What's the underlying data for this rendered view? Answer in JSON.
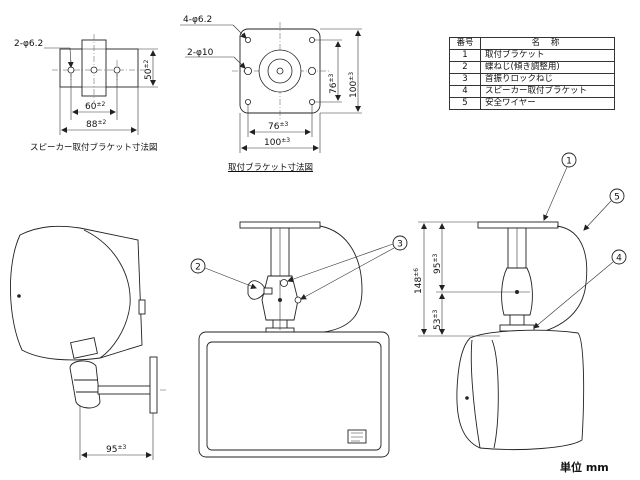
{
  "parts_table": {
    "header": {
      "no": "番号",
      "name": "名 称"
    },
    "rows": [
      {
        "no": "1",
        "name": "取付ブラケット"
      },
      {
        "no": "2",
        "name": "蝶ねじ(傾き調整用)"
      },
      {
        "no": "3",
        "name": "首振りロックねじ"
      },
      {
        "no": "4",
        "name": "スピーカー取付ブラケット"
      },
      {
        "no": "5",
        "name": "安全ワイヤー"
      }
    ]
  },
  "speaker_bracket": {
    "caption": "スピーカー取付ブラケット寸法図",
    "hole_label": "2-φ6.2",
    "dims": {
      "height": "50",
      "height_tol": "±2",
      "pitch": "60",
      "pitch_tol": "±2",
      "width": "88",
      "width_tol": "±2"
    }
  },
  "mount_bracket": {
    "caption": "取付ブラケット寸法図",
    "hole_label_corner": "4-φ6.2",
    "hole_label_side": "2-φ10",
    "dims": {
      "pitch_v": "76",
      "pitch_v_tol": "±3",
      "outer_v": "100",
      "outer_v_tol": "±3",
      "pitch_h": "76",
      "pitch_h_tol": "±3",
      "outer_h": "100",
      "outer_h_tol": "±3"
    }
  },
  "side_view": {
    "dims": {
      "depth": "95",
      "depth_tol": "±3"
    }
  },
  "front_view": {
    "callouts": [
      "2",
      "3"
    ]
  },
  "rear_view": {
    "callouts": [
      "1",
      "5",
      "4"
    ],
    "dims": {
      "total": "148",
      "total_tol": "±6",
      "upper": "95",
      "upper_tol": "±3",
      "lower": "53",
      "lower_tol": "±3"
    }
  },
  "unit_label": "単位 mm"
}
